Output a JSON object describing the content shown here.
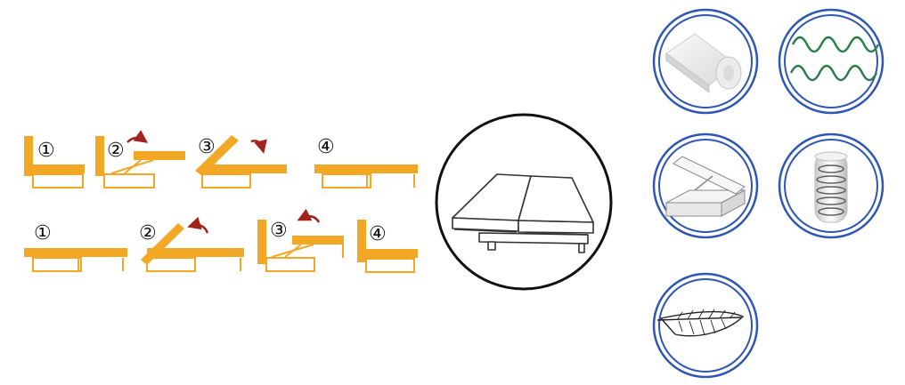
{
  "colors": {
    "sofa_orange": "#F2A824",
    "sofa_outline": "#D08B12",
    "arrow_red": "#A3231C",
    "circle_blue": "#2E56B4",
    "line_gray": "#555555",
    "spring_green": "#2E7D4F"
  },
  "unfold_sequence": {
    "steps": [
      {
        "label": "①",
        "stage": "seat-back-up"
      },
      {
        "label": "②",
        "stage": "seat-lifted"
      },
      {
        "label": "③",
        "stage": "back-tilting"
      },
      {
        "label": "④",
        "stage": "flat-bed"
      }
    ]
  },
  "fold_sequence": {
    "steps": [
      {
        "label": "①",
        "stage": "flat-bed"
      },
      {
        "label": "②",
        "stage": "back-rising"
      },
      {
        "label": "③",
        "stage": "seat-lifted"
      },
      {
        "label": "④",
        "stage": "seat-back-up"
      }
    ]
  },
  "feature_icons": [
    {
      "name": "foam-roll-icon"
    },
    {
      "name": "zigzag-spring-icon"
    },
    {
      "name": "storage-box-icon"
    },
    {
      "name": "pocket-spring-icon"
    },
    {
      "name": "feather-icon"
    }
  ]
}
